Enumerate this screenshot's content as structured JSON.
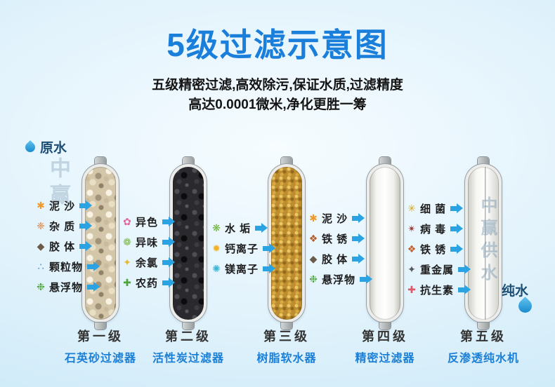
{
  "page": {
    "title": "5级过滤示意图",
    "subtitle_line1": "五级精密过滤,高效除污,保证水质,过滤精度",
    "subtitle_line2": "高达0.0001微米,净化更胜一筹"
  },
  "flow": {
    "raw_water": "原水",
    "pure_water": "纯水"
  },
  "watermark": {
    "left": "中赢",
    "right": "中赢供水"
  },
  "colors": {
    "title_blue": "#1a7edb",
    "stage_name_blue": "#1b7fd6",
    "arrow_blue": "#2ba3e3",
    "water_drop_blue": "#1f8fd0"
  },
  "stages": [
    {
      "level": "第一级",
      "name": "石英砂过滤器",
      "media": "quartz-sand"
    },
    {
      "level": "第二级",
      "name": "活性炭过滤器",
      "media": "activated-carbon"
    },
    {
      "level": "第三级",
      "name": "树脂软水器",
      "media": "resin"
    },
    {
      "level": "第四级",
      "name": "精密过滤器",
      "media": "pp-cotton"
    },
    {
      "level": "第五级",
      "name": "反渗透纯水机",
      "media": "ro-membrane"
    }
  ],
  "groups": [
    {
      "items": [
        {
          "label": "泥 沙",
          "glyph": "✱",
          "color": "#f09a2e",
          "icon": "silt-icon"
        },
        {
          "label": "杂 质",
          "glyph": "❈",
          "color": "#e0772b",
          "icon": "impurity-icon"
        },
        {
          "label": "胶 体",
          "glyph": "◆",
          "color": "#6b5b4a",
          "icon": "colloid-icon"
        },
        {
          "label": "颗粒物",
          "glyph": "∴",
          "color": "#3f8fd2",
          "icon": "particles-icon"
        },
        {
          "label": "悬浮物",
          "glyph": "❉",
          "color": "#4ea53c",
          "icon": "suspended-solids-icon"
        }
      ]
    },
    {
      "items": [
        {
          "label": "异色",
          "glyph": "✿",
          "color": "#e2649a",
          "icon": "abnormal-color-icon"
        },
        {
          "label": "异味",
          "glyph": "❁",
          "color": "#7ab648",
          "icon": "odor-icon"
        },
        {
          "label": "余氯",
          "glyph": "✦",
          "color": "#e8b93a",
          "icon": "residual-chlorine-icon"
        },
        {
          "label": "农药",
          "glyph": "✚",
          "color": "#4ea53c",
          "icon": "pesticide-icon"
        }
      ]
    },
    {
      "items": [
        {
          "label": "水 垢",
          "glyph": "❋",
          "color": "#6fb53a",
          "icon": "scale-icon"
        },
        {
          "label": "钙离子",
          "glyph": "✹",
          "color": "#f0b429",
          "icon": "calcium-ion-icon"
        },
        {
          "label": "镁离子",
          "glyph": "✺",
          "color": "#3fb6d9",
          "icon": "magnesium-ion-icon"
        }
      ]
    },
    {
      "items": [
        {
          "label": "泥 沙",
          "glyph": "✱",
          "color": "#f09a2e",
          "icon": "silt-icon"
        },
        {
          "label": "铁 锈",
          "glyph": "❖",
          "color": "#b55c2a",
          "icon": "rust-icon"
        },
        {
          "label": "胶 体",
          "glyph": "◆",
          "color": "#6b5b4a",
          "icon": "colloid-icon"
        },
        {
          "label": "悬浮物",
          "glyph": "❉",
          "color": "#4ea53c",
          "icon": "suspended-solids-icon"
        }
      ]
    },
    {
      "items": [
        {
          "label": "细 菌",
          "glyph": "✳",
          "color": "#d9a820",
          "icon": "bacteria-icon"
        },
        {
          "label": "病 毒",
          "glyph": "✴",
          "color": "#993333",
          "icon": "virus-icon"
        },
        {
          "label": "铁 锈",
          "glyph": "❖",
          "color": "#c2622e",
          "icon": "rust-icon"
        },
        {
          "label": "重金属",
          "glyph": "✦",
          "color": "#555555",
          "icon": "heavy-metal-icon"
        },
        {
          "label": "抗生素",
          "glyph": "✚",
          "color": "#e05a6e",
          "icon": "antibiotic-icon"
        }
      ]
    }
  ]
}
